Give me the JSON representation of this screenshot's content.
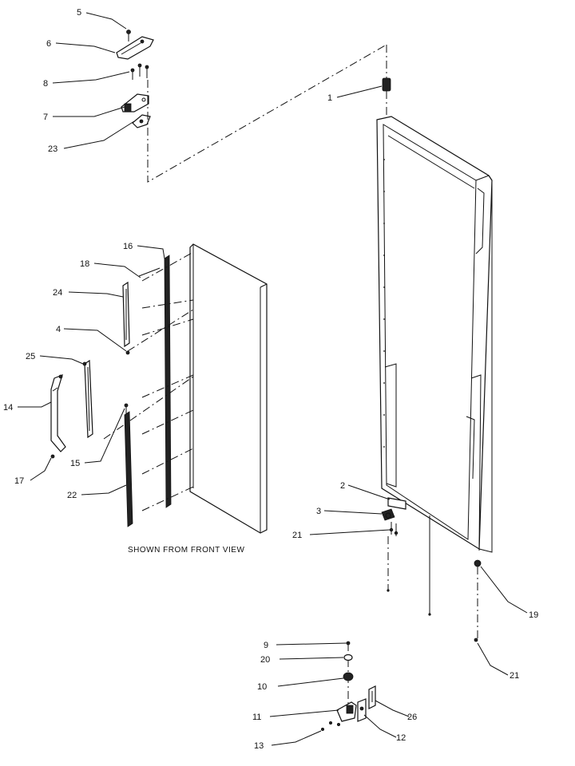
{
  "caption": "SHOWN FROM FRONT VIEW",
  "callouts": {
    "c1": "1",
    "c2": "2",
    "c3": "3",
    "c4": "4",
    "c5": "5",
    "c6": "6",
    "c7": "7",
    "c8": "8",
    "c9": "9",
    "c10": "10",
    "c11": "11",
    "c12": "12",
    "c13": "13",
    "c14": "14",
    "c15": "15",
    "c16": "16",
    "c17": "17",
    "c18": "18",
    "c19": "19",
    "c20": "20",
    "c21a": "21",
    "c21b": "21",
    "c22": "22",
    "c23": "23",
    "c24": "24",
    "c25": "25",
    "c26": "26"
  }
}
